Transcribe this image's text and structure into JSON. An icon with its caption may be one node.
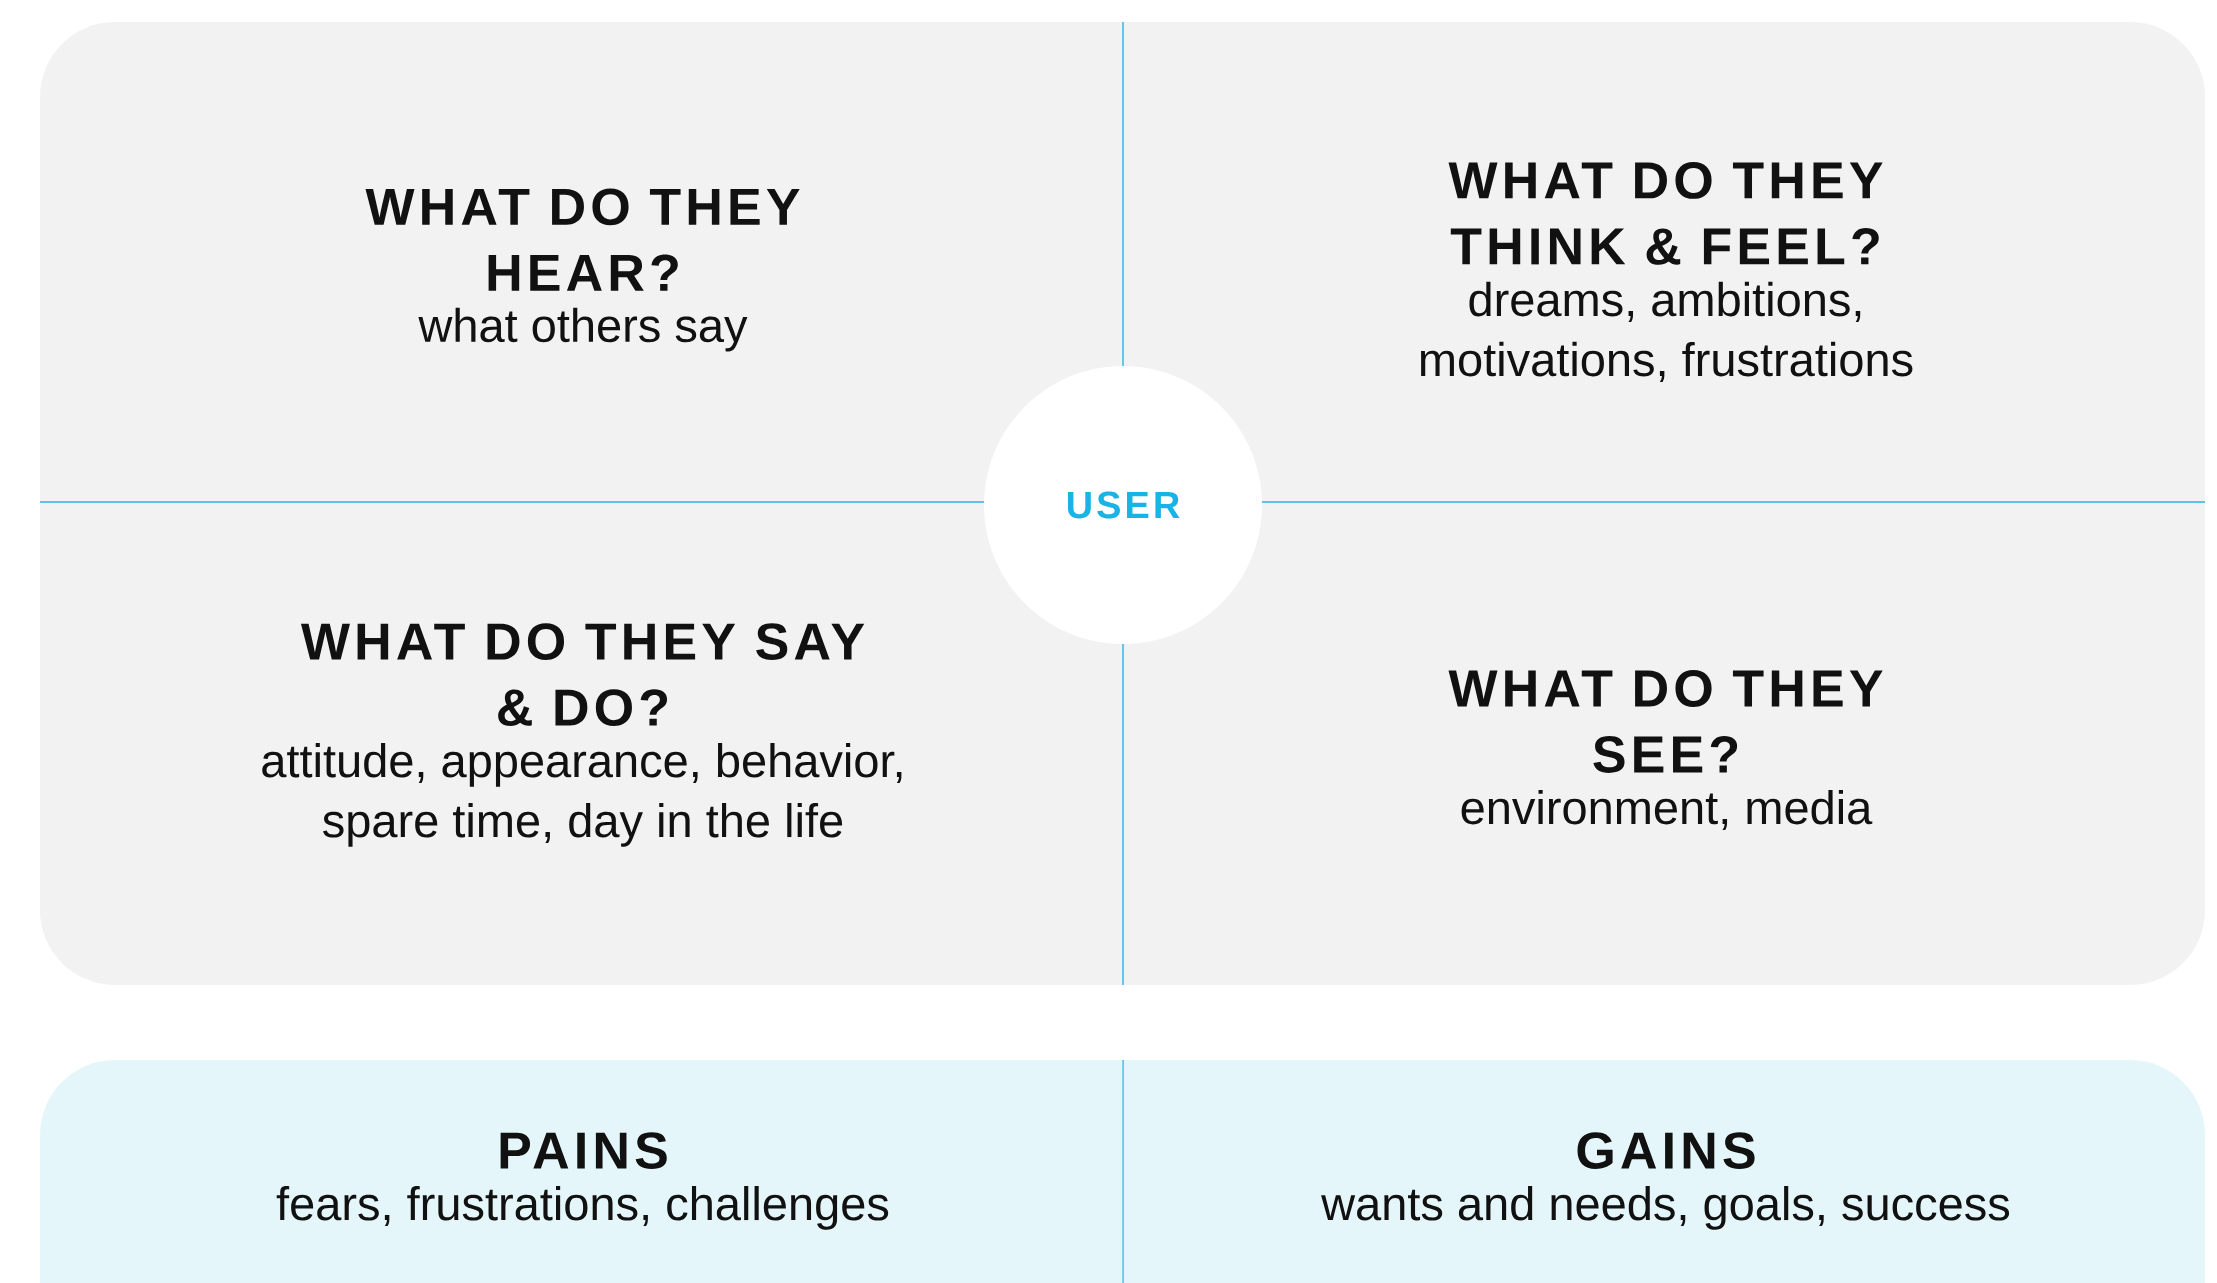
{
  "diagram": {
    "nodes": [
      {
        "text": [
          "WHAT DO THEY HEAR?",
          "what others say"
        ]
      },
      {
        "text": [
          "WHAT DO THEY THINK & FEEL?",
          "dreams, ambitions, motivations, frustrations"
        ]
      },
      {
        "text": [
          "USER"
        ]
      },
      {
        "text": [
          "WHAT DO THEY SAY & DO?",
          "attitude, appearance, behavior, spare time, day in the life"
        ]
      },
      {
        "text": [
          "WHAT DO THEY SEE?",
          "environment, media"
        ]
      },
      {
        "text": [
          "PAINS",
          "fears, frustrations, challenges"
        ]
      },
      {
        "text": [
          "GAINS",
          "wants and needs, goals, success"
        ]
      }
    ]
  }
}
